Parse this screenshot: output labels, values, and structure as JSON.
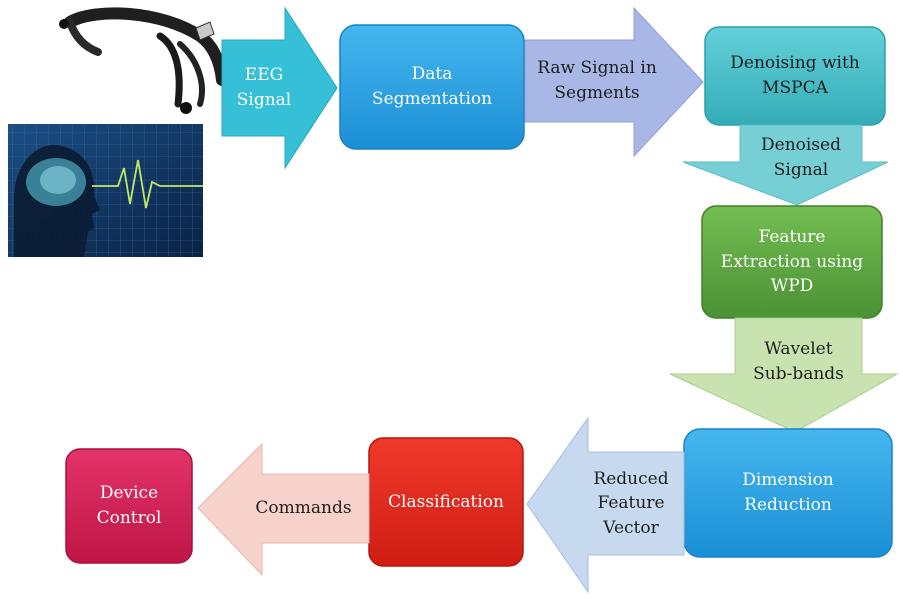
{
  "headset_icon": "eeg-headset",
  "brain_icon": "brain-scan-with-waveform",
  "arrows": {
    "eeg_signal": "EEG\nSignal",
    "raw_signal": "Raw Signal in\nSegments",
    "denoised_signal": "Denoised\nSignal",
    "wavelet_subbands": "Wavelet\nSub-bands",
    "reduced_feature_vector": "Reduced\nFeature\nVector",
    "commands": "Commands"
  },
  "boxes": {
    "data_segmentation": "Data\nSegmentation",
    "denoising": "Denoising with\nMSPCA",
    "feature_extraction": "Feature\nExtraction using\nWPD",
    "dimension_reduction": "Dimension\nReduction",
    "classification": "Classification",
    "device_control": "Device\nControl"
  },
  "colors": {
    "blue_box": "#29a3e4",
    "teal_box": "#4cc3cc",
    "green_box": "#5fa840",
    "red_box": "#e32a1f",
    "magenta_box": "#d11f55",
    "cyan_arrow": "#35c0d8",
    "lavender_arrow": "#a9b7e6",
    "teal_arrow": "#77cfd6",
    "green_arrow": "#c8e2b0",
    "pale_blue_arrow": "#c7d9ef",
    "pink_arrow": "#f6d2cb"
  }
}
